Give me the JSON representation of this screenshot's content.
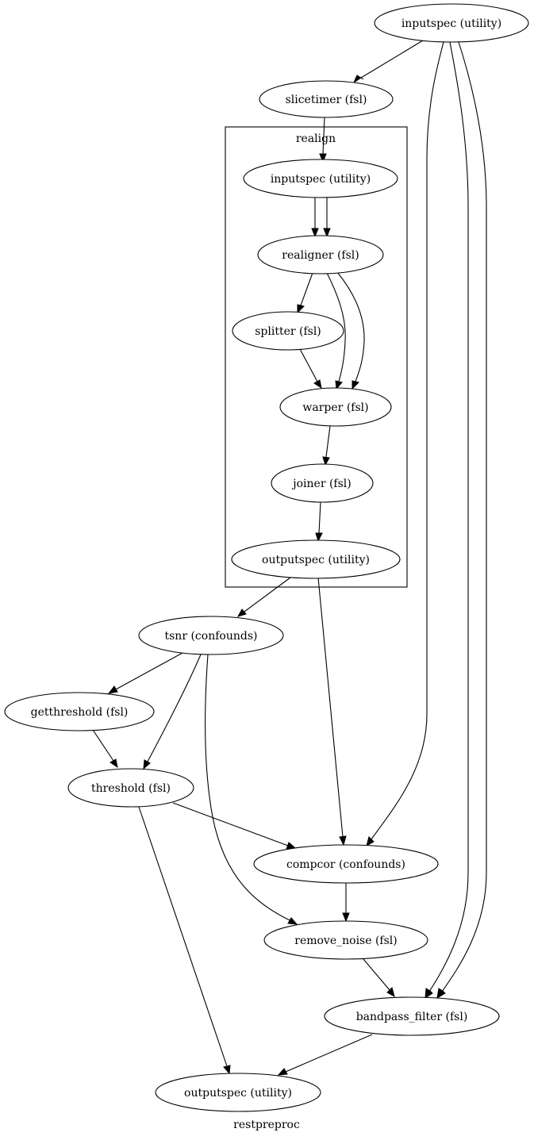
{
  "graph": {
    "label": "restpreproc",
    "cluster_label": "realign",
    "nodes": {
      "inputspec_top": "inputspec (utility)",
      "slicetimer": "slicetimer (fsl)",
      "realign_inputspec": "inputspec (utility)",
      "realigner": "realigner (fsl)",
      "splitter": "splitter (fsl)",
      "warper": "warper (fsl)",
      "joiner": "joiner (fsl)",
      "realign_outputspec": "outputspec (utility)",
      "tsnr": "tsnr (confounds)",
      "getthreshold": "getthreshold (fsl)",
      "threshold": "threshold (fsl)",
      "compcor": "compcor (confounds)",
      "remove_noise": "remove_noise (fsl)",
      "bandpass_filter": "bandpass_filter (fsl)",
      "outputspec_bottom": "outputspec (utility)"
    },
    "edges": [
      {
        "from": "inputspec_top",
        "to": "slicetimer"
      },
      {
        "from": "inputspec_top",
        "to": "compcor"
      },
      {
        "from": "inputspec_top",
        "to": "bandpass_filter"
      },
      {
        "from": "inputspec_top",
        "to": "bandpass_filter"
      },
      {
        "from": "slicetimer",
        "to": "realign_inputspec"
      },
      {
        "from": "realign_inputspec",
        "to": "realigner"
      },
      {
        "from": "realign_inputspec",
        "to": "realigner"
      },
      {
        "from": "realigner",
        "to": "splitter"
      },
      {
        "from": "realigner",
        "to": "warper"
      },
      {
        "from": "realigner",
        "to": "warper"
      },
      {
        "from": "splitter",
        "to": "warper"
      },
      {
        "from": "warper",
        "to": "joiner"
      },
      {
        "from": "joiner",
        "to": "realign_outputspec"
      },
      {
        "from": "realign_outputspec",
        "to": "tsnr"
      },
      {
        "from": "realign_outputspec",
        "to": "compcor"
      },
      {
        "from": "tsnr",
        "to": "getthreshold"
      },
      {
        "from": "tsnr",
        "to": "threshold"
      },
      {
        "from": "tsnr",
        "to": "remove_noise"
      },
      {
        "from": "getthreshold",
        "to": "threshold"
      },
      {
        "from": "threshold",
        "to": "compcor"
      },
      {
        "from": "threshold",
        "to": "outputspec_bottom"
      },
      {
        "from": "compcor",
        "to": "remove_noise"
      },
      {
        "from": "remove_noise",
        "to": "bandpass_filter"
      },
      {
        "from": "bandpass_filter",
        "to": "outputspec_bottom"
      }
    ]
  }
}
